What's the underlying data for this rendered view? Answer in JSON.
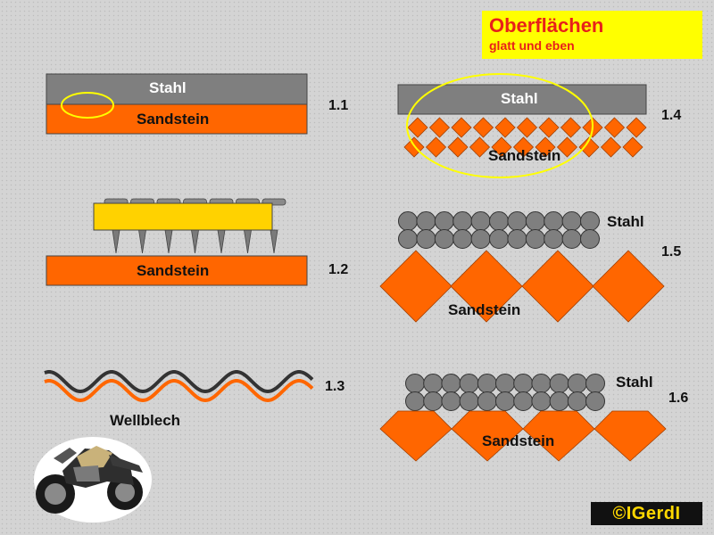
{
  "header": {
    "title": "Oberflächen",
    "subtitle": "glatt und eben"
  },
  "panels": {
    "p11": {
      "number": "1.1",
      "top_label": "Stahl",
      "bottom_label": "Sandstein"
    },
    "p12": {
      "number": "1.2",
      "bottom_label": "Sandstein"
    },
    "p13": {
      "number": "1.3",
      "label": "Wellblech"
    },
    "p14": {
      "number": "1.4",
      "top_label": "Stahl",
      "bottom_label": "Sandstein"
    },
    "p15": {
      "number": "1.5",
      "top_label": "Stahl",
      "bottom_label": "Sandstein"
    },
    "p16": {
      "number": "1.6",
      "top_label": "Stahl",
      "bottom_label": "Sandstein"
    }
  },
  "footer": {
    "copyright": "©IGerdI"
  },
  "colors": {
    "steel": "#7f7f7f",
    "sandstone": "#ff6600",
    "highlight": "#ffff00",
    "title_red": "#e8201a"
  }
}
